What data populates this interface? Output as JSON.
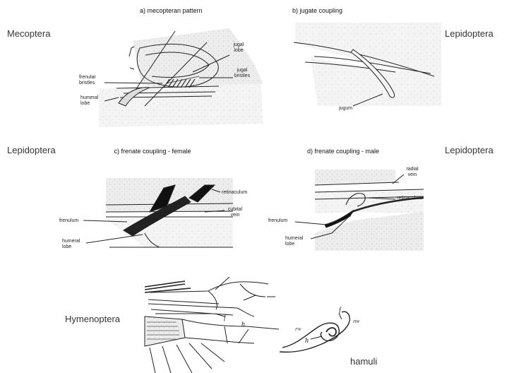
{
  "orders": {
    "mecoptera": "Mecoptera",
    "lepidoptera_top": "Lepidoptera",
    "lepidoptera_mid_left": "Lepidoptera",
    "lepidoptera_mid_right": "Lepidoptera",
    "hymenoptera": "Hymenoptera"
  },
  "panels": {
    "a": {
      "title": "a) mecopteran pattern",
      "jugal_lobe": "jugal lobe",
      "frenular_bristles": "frenular bristles",
      "jugal_bristles": "jugal bristles",
      "humeral_lobe": "humeral lobe"
    },
    "b": {
      "title": "b) jugate coupling",
      "jugum": "jugum"
    },
    "c": {
      "title": "c) frenate coupling - female",
      "retinaculum": "retinaculum",
      "cubital_vein": "cubital vein",
      "frenulum": "frenulum",
      "humeral_lobe": "humeral lobe"
    },
    "d": {
      "title": "d) frenate coupling - male",
      "radial_vein": "radial vein",
      "retinaculum": "retinaculum",
      "frenulum": "frenulum",
      "humeral_lobe": "humeral lobe"
    },
    "hymenoptera": {
      "f_label": "f",
      "h_label": "h",
      "fw": "FW",
      "hw": "HW",
      "hamuli": "hamuli"
    }
  }
}
